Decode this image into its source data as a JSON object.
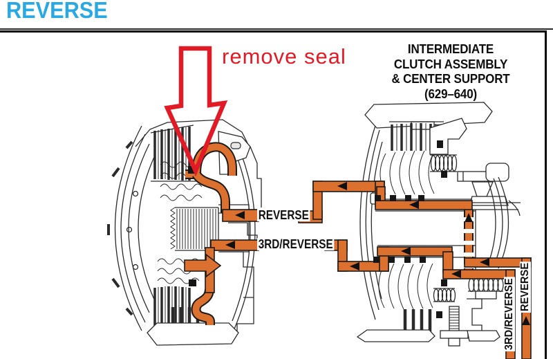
{
  "page": {
    "title": "REVERSE"
  },
  "annotation": {
    "label": "remove seal"
  },
  "diagram": {
    "heading": [
      "INTERMEDIATE",
      "CLUTCH ASSEMBLY",
      "& CENTER SUPPORT",
      "(629–640)"
    ],
    "pipe_labels": {
      "reverse": "REVERSE",
      "third_reverse": "3RD/REVERSE",
      "vertical_third_reverse": "3RD/REVERSE",
      "vertical_reverse": "REVERSE"
    },
    "colors": {
      "fluid": "#dc702f",
      "line": "#2a2a2a",
      "blue": "#29a9e1",
      "red": "#e11b26",
      "label": "#111111"
    }
  }
}
